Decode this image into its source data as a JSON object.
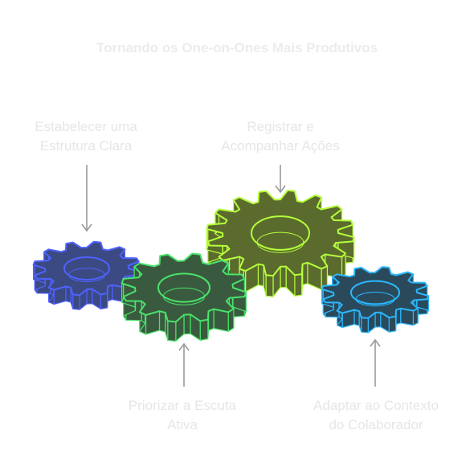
{
  "title": "Tornando os One-on-Ones Mais Produtivos",
  "labels": {
    "structure": [
      "Estabelecer uma",
      "Estrutura Clara"
    ],
    "record": [
      "Registrar e",
      "Acompanhar Ações"
    ],
    "listen": [
      "Priorizar a Escuta",
      "Ativa"
    ],
    "adapt": [
      "Adaptar ao Contexto",
      "do Colaborador"
    ]
  },
  "gears": [
    {
      "name": "gear-structure-icon",
      "fill": "#3b4a82",
      "stroke": "#4f62ff"
    },
    {
      "name": "gear-record-icon",
      "fill": "#5b6b2e",
      "stroke": "#b5ff3a"
    },
    {
      "name": "gear-listen-icon",
      "fill": "#3a5a3f",
      "stroke": "#49e36a"
    },
    {
      "name": "gear-adapt-icon",
      "fill": "#2a4a5c",
      "stroke": "#2ab8ff"
    }
  ],
  "colors": {
    "arrow": "#9a9a9a",
    "text": "#e6e6e6"
  }
}
